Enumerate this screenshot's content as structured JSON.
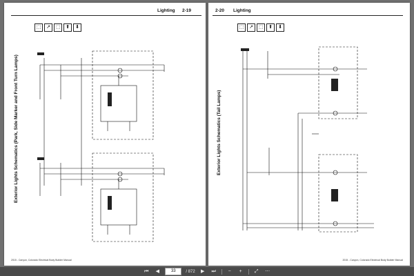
{
  "left_page": {
    "section": "Lighting",
    "page_number": "2-19",
    "title": "Exterior Lights Schematics (Park, Side Marker and Front Turn Lamps)",
    "footer": "2015 - Canyon, Colorado Electrical Body Builder Manual",
    "icons": [
      "⬚",
      "↗",
      "⬚",
      "⬆",
      "⬇"
    ]
  },
  "right_page": {
    "section": "Lighting",
    "page_number": "2-20",
    "title": "Exterior Lights Schematics (Tail Lamps)",
    "footer": "2015 - Canyon, Colorado Electrical Body Builder Manual",
    "icons": [
      "⬚",
      "↗",
      "⬚",
      "⬆",
      "⬇"
    ]
  },
  "toolbar": {
    "current_page": "33",
    "page_count": "/ 872"
  }
}
